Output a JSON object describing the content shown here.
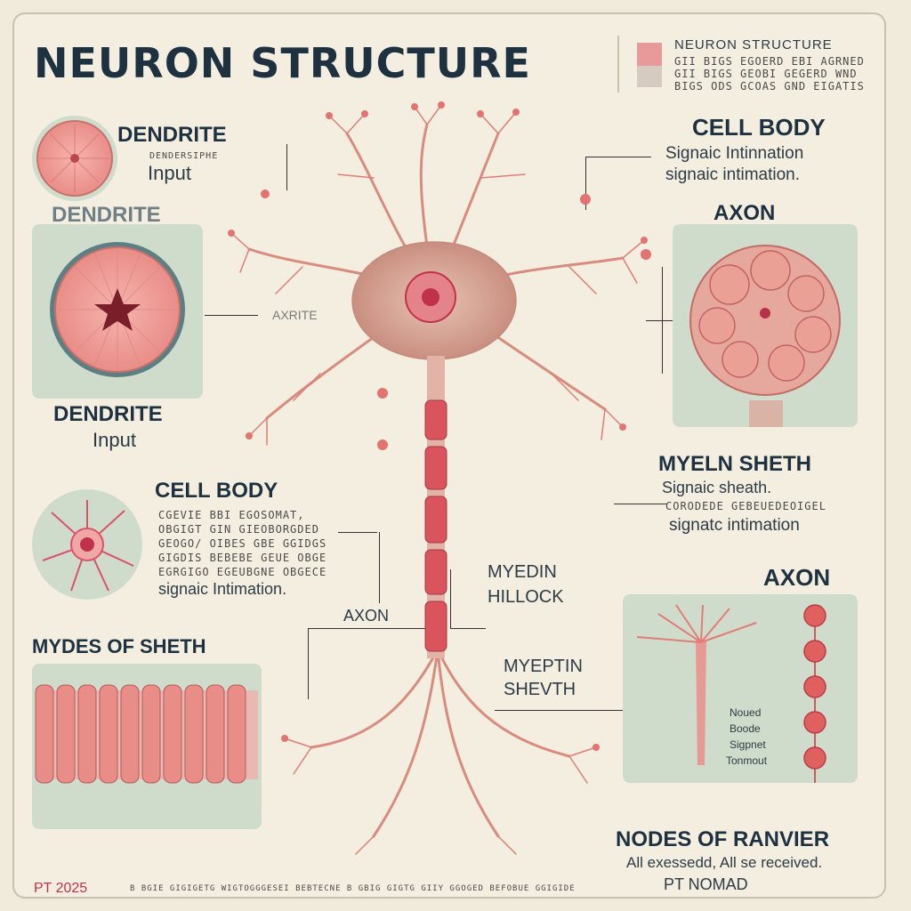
{
  "title": "NEURON STRUCTURE",
  "legend": {
    "title": "NEURON STRUCTURE",
    "lines": [
      "GII BIGS EGOERD EBI AGRNED",
      "GII BIGS GEOBI GEGERD WND",
      "BIGS ODS GCOAS GND EIGATIS"
    ]
  },
  "left_labels": {
    "dendrite_1": "DENDRITE",
    "dendrite_1_sub": "Input",
    "dendrite_1_note": "DENDERSIPHE",
    "dendrite_2": "DENDRITE",
    "dendrite_3": "DENDRITE",
    "dendrite_3_sub": "Input",
    "cell_body": "CELL BODY",
    "cell_body_lines": [
      "CGEVIE BBI EGOSOMAT,",
      "OBGIGT GIN GIEOBORGDED",
      "GEOGO/ OIBES GBE GGIDGS",
      "GIGDIS BEBEBE GEUE OBGE",
      "EGRGIGO EGEUBGNE OBGECE"
    ],
    "cell_body_last": "signaic Intimation.",
    "myelin_left": "MYDES OF SHETH"
  },
  "center_labels": {
    "axrite": "AXRITE",
    "axon": "AXON",
    "myedin_hillock_1": "MYEDIN",
    "myedin_hillock_2": "HILLOCK",
    "myeptin_1": "MYEPTIN",
    "myeptin_2": "SHEVTH"
  },
  "right_labels": {
    "cell_body": "CELL BODY",
    "cell_body_line1": "Signaic Intinnation",
    "cell_body_line2": "signaic intimation.",
    "axon": "AXON",
    "myelin": "MYELN SHETH",
    "myelin_line1": "Signaic sheath.",
    "myelin_line2": "CORODEDE GEBEUEDEOIGEL",
    "myelin_line3": "signatc intimation",
    "axon_2": "AXON",
    "nodes_note": [
      "Noued",
      "Boode",
      "Sigpnet",
      "Tonmout"
    ],
    "nodes_of_ranvier": "NODES OF RANVIER",
    "nodes_line": "All exessedd, All se received.",
    "credit": "PT NOMAD"
  },
  "footer": {
    "year": "PT 2025",
    "footer_text": "B BGIE GIGIGETG WIGTOGGGESEI BEBTECNE B GBIG GIGTG GIIY GGOGED BEFOBUE GGIGIDE"
  },
  "colors": {
    "background": "#f1ebdc",
    "panel": "#cfdccb",
    "neuron": "#d9a79a",
    "accent": "#d9545d",
    "text": "#1e3140"
  }
}
